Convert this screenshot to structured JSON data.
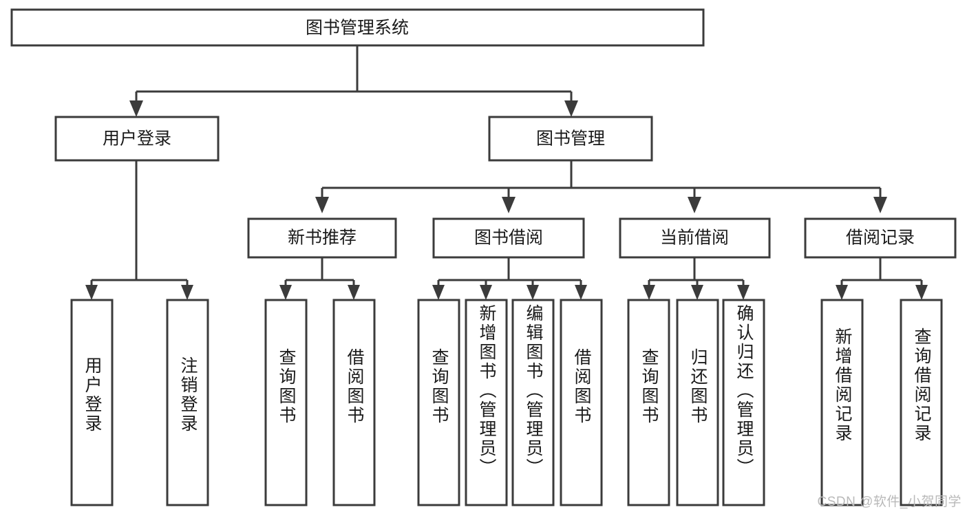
{
  "diagram": {
    "title": "图书管理系统",
    "type": "tree",
    "watermark": "CSDN @软件_小贺同学",
    "colors": {
      "stroke": "#3b3b3b",
      "box_fill": "#ffffff",
      "text": "#1a1a1a",
      "background": "#ffffff",
      "watermark": "#b9b9b9"
    },
    "levels": {
      "root": {
        "label": "图书管理系统"
      },
      "level2": [
        {
          "id": "user-login",
          "label": "用户登录"
        },
        {
          "id": "book-management",
          "label": "图书管理"
        }
      ],
      "level3": [
        {
          "id": "new-book-recommend",
          "label": "新书推荐",
          "parent": "book-management"
        },
        {
          "id": "book-borrow",
          "label": "图书借阅",
          "parent": "book-management"
        },
        {
          "id": "current-borrow",
          "label": "当前借阅",
          "parent": "book-management"
        },
        {
          "id": "borrow-record",
          "label": "借阅记录",
          "parent": "book-management"
        }
      ],
      "leaves": {
        "user_login": [
          {
            "id": "leaf-user-login",
            "label": "用户登录"
          },
          {
            "id": "leaf-logout-login",
            "label": "注销登录"
          }
        ],
        "new_book_recommend": [
          {
            "id": "leaf-query-book-1",
            "label": "查询图书"
          },
          {
            "id": "leaf-borrow-book-1",
            "label": "借阅图书"
          }
        ],
        "book_borrow": [
          {
            "id": "leaf-query-book-2",
            "label": "查询图书"
          },
          {
            "id": "leaf-add-book",
            "label": "新增图书（管理员）"
          },
          {
            "id": "leaf-edit-book",
            "label": "编辑图书（管理员）"
          },
          {
            "id": "leaf-borrow-book-2",
            "label": "借阅图书"
          }
        ],
        "current_borrow": [
          {
            "id": "leaf-query-book-3",
            "label": "查询图书"
          },
          {
            "id": "leaf-return-book",
            "label": "归还图书"
          },
          {
            "id": "leaf-confirm-return",
            "label": "确认归还（管理员）"
          }
        ],
        "borrow_record": [
          {
            "id": "leaf-add-record",
            "label": "新增借阅记录"
          },
          {
            "id": "leaf-query-record",
            "label": "查询借阅记录"
          }
        ]
      }
    }
  }
}
